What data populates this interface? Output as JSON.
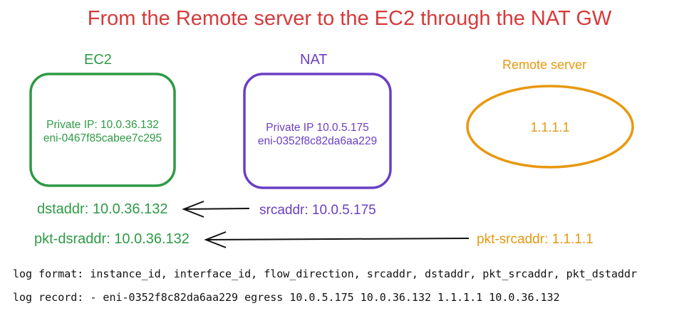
{
  "title": "From the Remote server to the EC2 through the NAT GW",
  "colors": {
    "title": "#d63a3a",
    "ec2": "#2e9a45",
    "nat": "#6a3fc4",
    "remote": "#e89810",
    "arrow": "#111111"
  },
  "ec2": {
    "label": "EC2",
    "line1": "Private IP: 10.0.36.132",
    "line2": "eni-0467f85cabee7c295"
  },
  "nat": {
    "label": "NAT",
    "line1": "Private IP 10.0.5.175",
    "line2": "eni-0352f8c82da6aa229"
  },
  "remote": {
    "label": "Remote server",
    "ip": "1.1.1.1"
  },
  "flows": {
    "dstaddr": "dstaddr: 10.0.36.132",
    "srcaddr": "srcaddr: 10.0.5.175",
    "pkt_dsraddr": "pkt-dsraddr: 10.0.36.132",
    "pkt_srcaddr": "pkt-srcaddr: 1.1.1.1"
  },
  "log": {
    "format": "log format: instance_id, interface_id, flow_direction, srcaddr, dstaddr, pkt_srcaddr, pkt_dstaddr",
    "record": "log record: - eni-0352f8c82da6aa229 egress 10.0.5.175 10.0.36.132 1.1.1.1 10.0.36.132"
  }
}
